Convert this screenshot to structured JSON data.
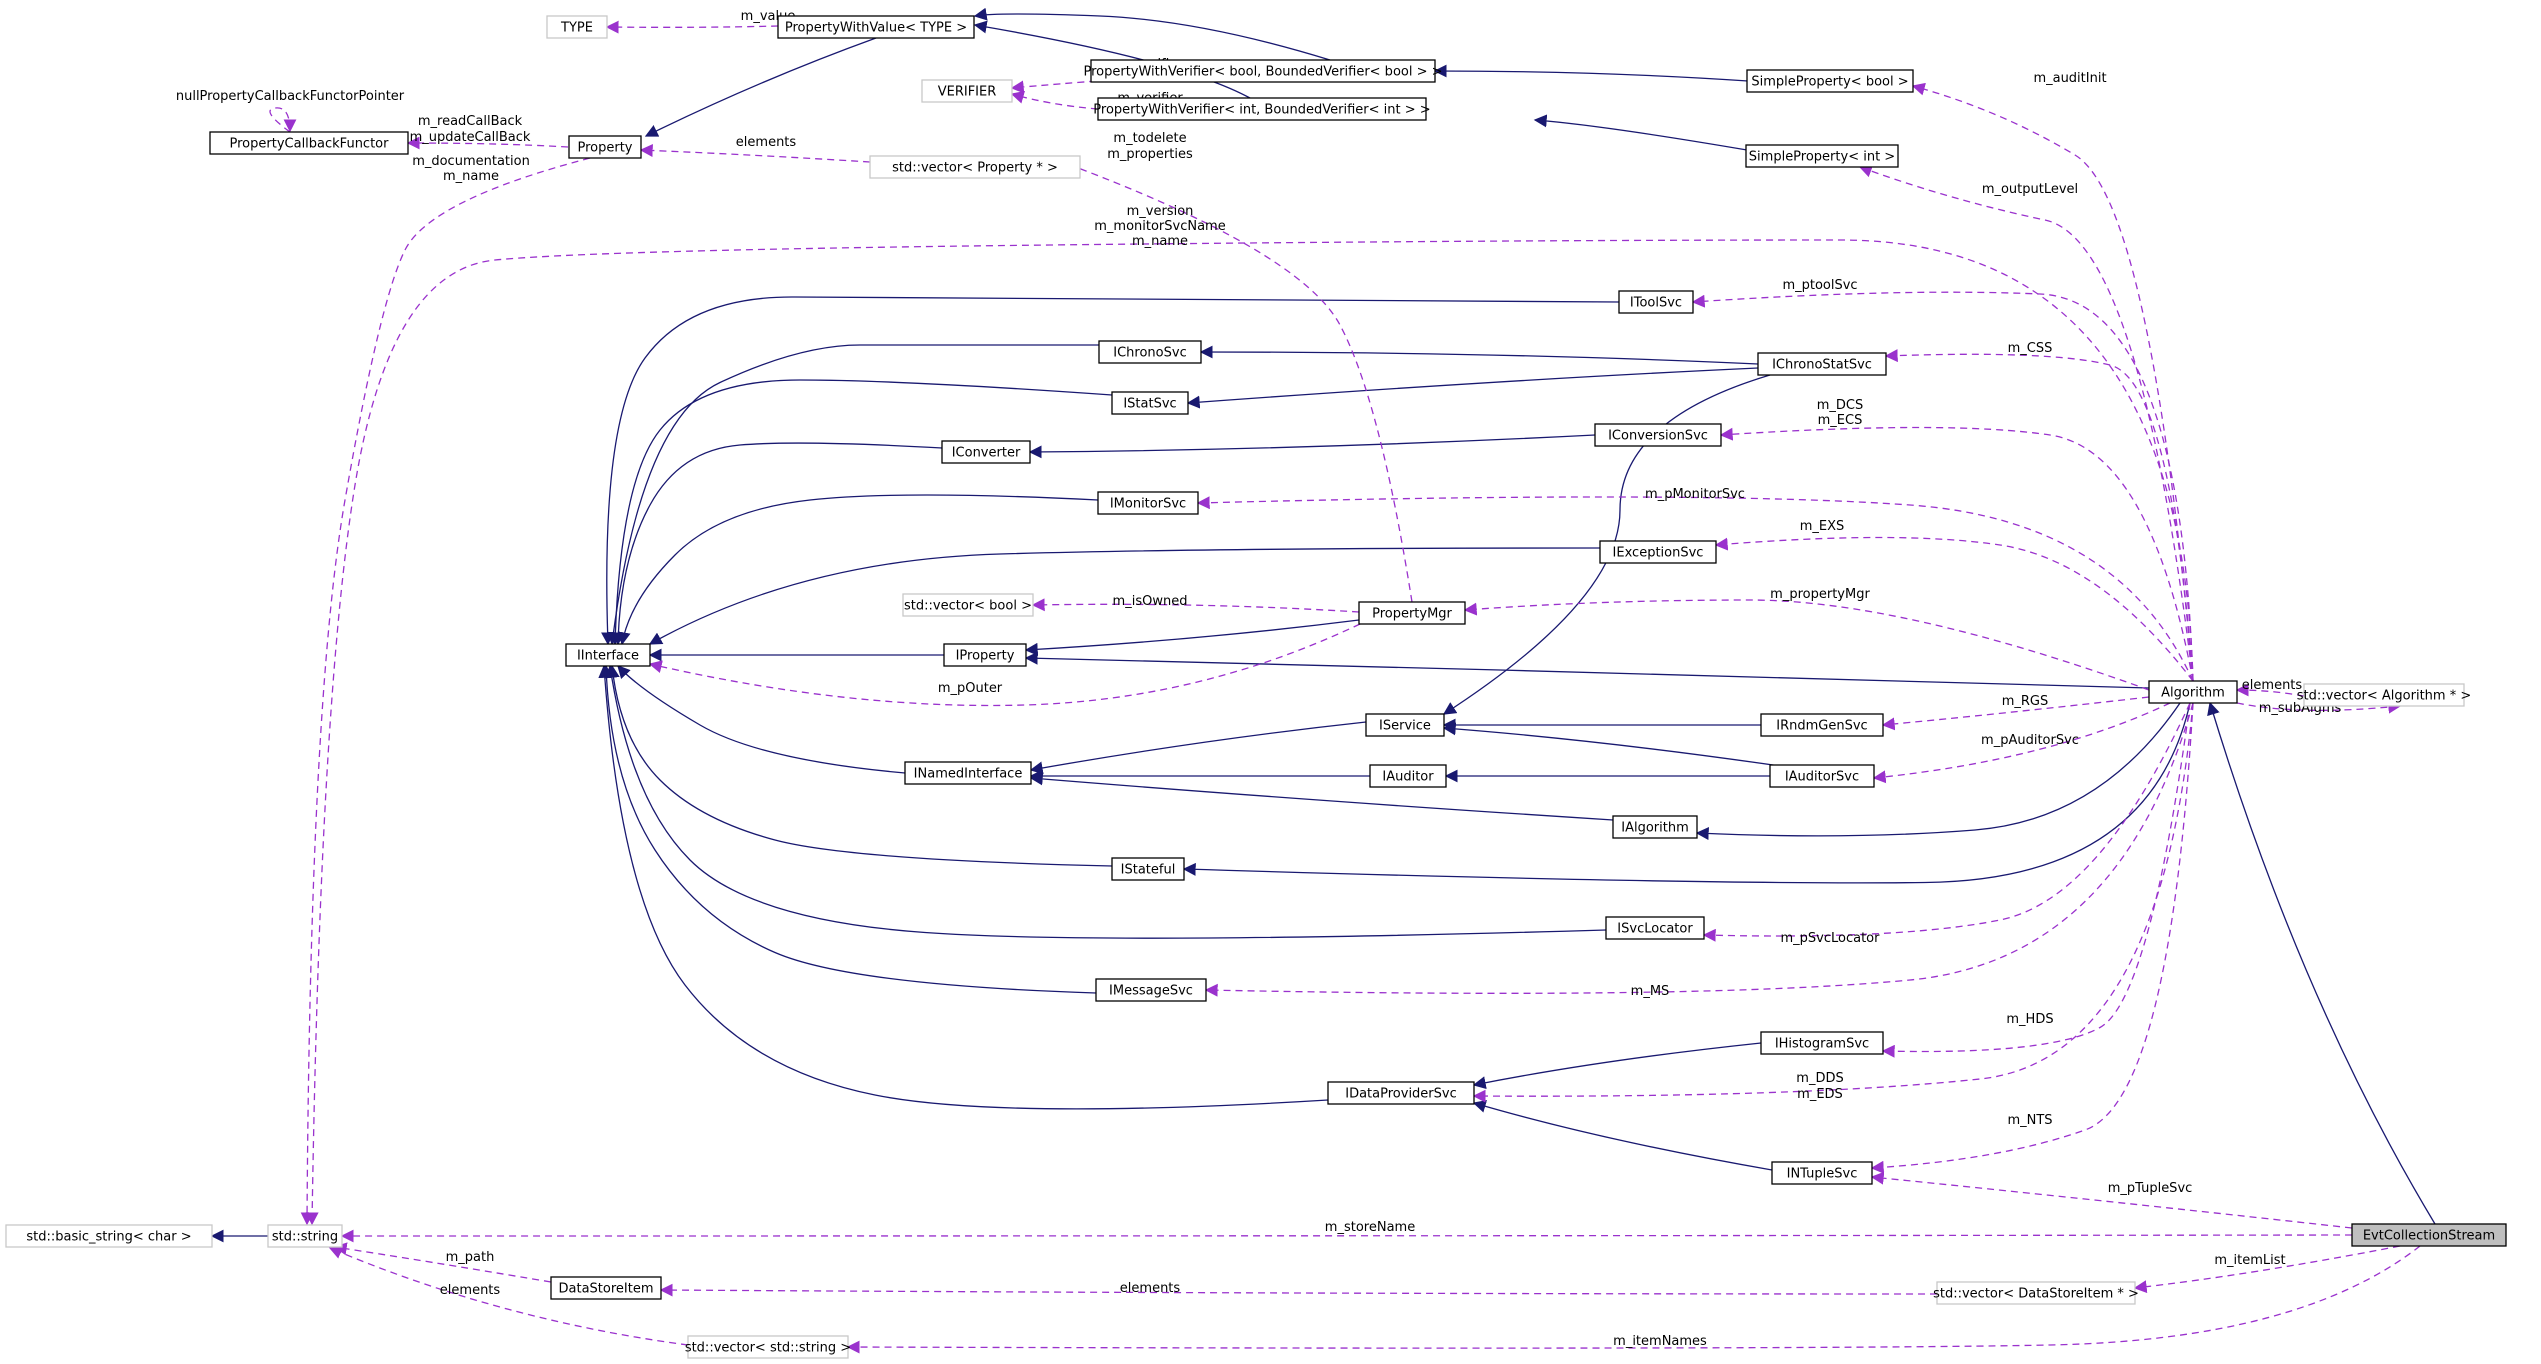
{
  "colors": {
    "inheritance_edge": "#191970",
    "member_edge": "#9a32cd",
    "highlight_node": "#bfbfbf",
    "hollow_node_border": "#c8c8c8"
  },
  "nodes": [
    {
      "id": "TYPE",
      "label": "TYPE",
      "style": "hollow"
    },
    {
      "id": "PropertyWithValue",
      "label": "PropertyWithValue< TYPE >",
      "style": "normal"
    },
    {
      "id": "PWVBool",
      "label": "PropertyWithVerifier< bool, BoundedVerifier< bool > >",
      "style": "normal"
    },
    {
      "id": "SimplePropertyBool",
      "label": "SimpleProperty< bool >",
      "style": "normal"
    },
    {
      "id": "VERIFIER",
      "label": "VERIFIER",
      "style": "hollow"
    },
    {
      "id": "PWVInt",
      "label": "PropertyWithVerifier< int, BoundedVerifier< int > >",
      "style": "normal"
    },
    {
      "id": "SimplePropertyInt",
      "label": "SimpleProperty< int >",
      "style": "normal"
    },
    {
      "id": "PropertyCallbackFunctor",
      "label": "PropertyCallbackFunctor",
      "style": "normal"
    },
    {
      "id": "Property",
      "label": "Property",
      "style": "normal"
    },
    {
      "id": "VectorProperty",
      "label": "std::vector< Property * >",
      "style": "hollow"
    },
    {
      "id": "IToolSvc",
      "label": "IToolSvc",
      "style": "normal"
    },
    {
      "id": "IChronoSvc",
      "label": "IChronoSvc",
      "style": "normal"
    },
    {
      "id": "IChronoStatSvc",
      "label": "IChronoStatSvc",
      "style": "normal"
    },
    {
      "id": "IStatSvc",
      "label": "IStatSvc",
      "style": "normal"
    },
    {
      "id": "IConverter",
      "label": "IConverter",
      "style": "normal"
    },
    {
      "id": "IConversionSvc",
      "label": "IConversionSvc",
      "style": "normal"
    },
    {
      "id": "IMonitorSvc",
      "label": "IMonitorSvc",
      "style": "normal"
    },
    {
      "id": "IExceptionSvc",
      "label": "IExceptionSvc",
      "style": "normal"
    },
    {
      "id": "VectorBool",
      "label": "std::vector< bool >",
      "style": "hollow"
    },
    {
      "id": "PropertyMgr",
      "label": "PropertyMgr",
      "style": "normal"
    },
    {
      "id": "IInterface",
      "label": "IInterface",
      "style": "normal"
    },
    {
      "id": "IProperty",
      "label": "IProperty",
      "style": "normal"
    },
    {
      "id": "Algorithm",
      "label": "Algorithm",
      "style": "normal"
    },
    {
      "id": "VectorAlgorithm",
      "label": "std::vector< Algorithm * >",
      "style": "hollow"
    },
    {
      "id": "IService",
      "label": "IService",
      "style": "normal"
    },
    {
      "id": "IRndmGenSvc",
      "label": "IRndmGenSvc",
      "style": "normal"
    },
    {
      "id": "INamedInterface",
      "label": "INamedInterface",
      "style": "normal"
    },
    {
      "id": "IAuditor",
      "label": "IAuditor",
      "style": "normal"
    },
    {
      "id": "IAuditorSvc",
      "label": "IAuditorSvc",
      "style": "normal"
    },
    {
      "id": "IAlgorithm",
      "label": "IAlgorithm",
      "style": "normal"
    },
    {
      "id": "IStateful",
      "label": "IStateful",
      "style": "normal"
    },
    {
      "id": "ISvcLocator",
      "label": "ISvcLocator",
      "style": "normal"
    },
    {
      "id": "IMessageSvc",
      "label": "IMessageSvc",
      "style": "normal"
    },
    {
      "id": "IHistogramSvc",
      "label": "IHistogramSvc",
      "style": "normal"
    },
    {
      "id": "IDataProviderSvc",
      "label": "IDataProviderSvc",
      "style": "normal"
    },
    {
      "id": "INTupleSvc",
      "label": "INTupleSvc",
      "style": "normal"
    },
    {
      "id": "BasicString",
      "label": "std::basic_string< char >",
      "style": "hollow"
    },
    {
      "id": "StdString",
      "label": "std::string",
      "style": "hollow"
    },
    {
      "id": "EvtCollectionStream",
      "label": "EvtCollectionStream",
      "style": "highlight"
    },
    {
      "id": "DataStoreItem",
      "label": "DataStoreItem",
      "style": "normal"
    },
    {
      "id": "VectorDataStoreItem",
      "label": "std::vector< DataStoreItem * >",
      "style": "hollow"
    },
    {
      "id": "VectorString",
      "label": "std::vector< std::string >",
      "style": "hollow"
    }
  ],
  "edges": [
    {
      "from": "PropertyWithValue",
      "to": "Property",
      "kind": "inherit",
      "label": []
    },
    {
      "from": "PWVBool",
      "to": "PropertyWithValue",
      "kind": "inherit",
      "label": []
    },
    {
      "from": "PWVInt",
      "to": "PropertyWithValue",
      "kind": "inherit",
      "label": []
    },
    {
      "from": "SimplePropertyBool",
      "to": "PWVBool",
      "kind": "inherit",
      "label": []
    },
    {
      "from": "SimplePropertyInt",
      "to": "PWVInt",
      "kind": "inherit",
      "label": []
    },
    {
      "from": "IToolSvc",
      "to": "IInterface",
      "kind": "inherit",
      "label": []
    },
    {
      "from": "IChronoSvc",
      "to": "IInterface",
      "kind": "inherit",
      "label": []
    },
    {
      "from": "IStatSvc",
      "to": "IInterface",
      "kind": "inherit",
      "label": []
    },
    {
      "from": "IChronoStatSvc",
      "to": "IChronoSvc",
      "kind": "inherit",
      "label": []
    },
    {
      "from": "IChronoStatSvc",
      "to": "IStatSvc",
      "kind": "inherit",
      "label": []
    },
    {
      "from": "IChronoStatSvc",
      "to": "IService",
      "kind": "inherit",
      "label": []
    },
    {
      "from": "IConverter",
      "to": "IInterface",
      "kind": "inherit",
      "label": []
    },
    {
      "from": "IConversionSvc",
      "to": "IConverter",
      "kind": "inherit",
      "label": []
    },
    {
      "from": "IMonitorSvc",
      "to": "IInterface",
      "kind": "inherit",
      "label": []
    },
    {
      "from": "IExceptionSvc",
      "to": "IInterface",
      "kind": "inherit",
      "label": []
    },
    {
      "from": "IProperty",
      "to": "IInterface",
      "kind": "inherit",
      "label": []
    },
    {
      "from": "PropertyMgr",
      "to": "IProperty",
      "kind": "inherit",
      "label": []
    },
    {
      "from": "Algorithm",
      "to": "IProperty",
      "kind": "inherit",
      "label": []
    },
    {
      "from": "INamedInterface",
      "to": "IInterface",
      "kind": "inherit",
      "label": []
    },
    {
      "from": "IService",
      "to": "INamedInterface",
      "kind": "inherit",
      "label": []
    },
    {
      "from": "IAuditor",
      "to": "INamedInterface",
      "kind": "inherit",
      "label": []
    },
    {
      "from": "IAlgorithm",
      "to": "INamedInterface",
      "kind": "inherit",
      "label": []
    },
    {
      "from": "IRndmGenSvc",
      "to": "IService",
      "kind": "inherit",
      "label": []
    },
    {
      "from": "IAuditorSvc",
      "to": "IService",
      "kind": "inherit",
      "label": []
    },
    {
      "from": "IAuditorSvc",
      "to": "IAuditor",
      "kind": "inherit",
      "label": []
    },
    {
      "from": "Algorithm",
      "to": "IAlgorithm",
      "kind": "inherit",
      "label": []
    },
    {
      "from": "Algorithm",
      "to": "IStateful",
      "kind": "inherit",
      "label": []
    },
    {
      "from": "IStateful",
      "to": "IInterface",
      "kind": "inherit",
      "label": []
    },
    {
      "from": "ISvcLocator",
      "to": "IInterface",
      "kind": "inherit",
      "label": []
    },
    {
      "from": "IMessageSvc",
      "to": "IInterface",
      "kind": "inherit",
      "label": []
    },
    {
      "from": "IHistogramSvc",
      "to": "IDataProviderSvc",
      "kind": "inherit",
      "label": []
    },
    {
      "from": "INTupleSvc",
      "to": "IDataProviderSvc",
      "kind": "inherit",
      "label": []
    },
    {
      "from": "IDataProviderSvc",
      "to": "IInterface",
      "kind": "inherit",
      "label": []
    },
    {
      "from": "EvtCollectionStream",
      "to": "Algorithm",
      "kind": "inherit",
      "label": []
    },
    {
      "from": "StdString",
      "to": "BasicString",
      "kind": "inherit",
      "label": []
    },
    {
      "from": "PropertyWithValue",
      "to": "TYPE",
      "kind": "member",
      "label": [
        "m_value"
      ]
    },
    {
      "from": "PWVBool",
      "to": "VERIFIER",
      "kind": "member",
      "label": [
        "m_verifier"
      ]
    },
    {
      "from": "PWVInt",
      "to": "VERIFIER",
      "kind": "member",
      "label": [
        "m_verifier"
      ]
    },
    {
      "from": "Algorithm",
      "to": "SimplePropertyBool",
      "kind": "member",
      "label": [
        "m_auditInit"
      ]
    },
    {
      "from": "Algorithm",
      "to": "SimplePropertyInt",
      "kind": "member",
      "label": [
        "m_outputLevel"
      ]
    },
    {
      "from": "PropertyCallbackFunctor",
      "to": "PropertyCallbackFunctor",
      "kind": "member",
      "label": [
        "nullPropertyCallbackFunctorPointer"
      ]
    },
    {
      "from": "Property",
      "to": "PropertyCallbackFunctor",
      "kind": "member",
      "label": [
        "m_readCallBack",
        "m_updateCallBack"
      ]
    },
    {
      "from": "VectorProperty",
      "to": "Property",
      "kind": "member",
      "label": [
        "elements"
      ]
    },
    {
      "from": "Property",
      "to": "StdString",
      "kind": "member",
      "label": [
        "m_documentation",
        "m_name"
      ]
    },
    {
      "from": "PropertyMgr",
      "to": "VectorProperty",
      "kind": "member",
      "label": [
        "m_todelete",
        "m_properties"
      ]
    },
    {
      "from": "Algorithm",
      "to": "StdString",
      "kind": "member",
      "label": [
        "m_version",
        "m_monitorSvcName",
        "m_name"
      ]
    },
    {
      "from": "Algorithm",
      "to": "IToolSvc",
      "kind": "member",
      "label": [
        "m_ptoolSvc"
      ]
    },
    {
      "from": "Algorithm",
      "to": "IChronoStatSvc",
      "kind": "member",
      "label": [
        "m_CSS"
      ]
    },
    {
      "from": "Algorithm",
      "to": "IConversionSvc",
      "kind": "member",
      "label": [
        "m_DCS",
        "m_ECS"
      ]
    },
    {
      "from": "Algorithm",
      "to": "IMonitorSvc",
      "kind": "member",
      "label": [
        "m_pMonitorSvc"
      ]
    },
    {
      "from": "Algorithm",
      "to": "IExceptionSvc",
      "kind": "member",
      "label": [
        "m_EXS"
      ]
    },
    {
      "from": "PropertyMgr",
      "to": "VectorBool",
      "kind": "member",
      "label": [
        "m_isOwned"
      ]
    },
    {
      "from": "Algorithm",
      "to": "PropertyMgr",
      "kind": "member",
      "label": [
        "m_propertyMgr"
      ]
    },
    {
      "from": "PropertyMgr",
      "to": "IInterface",
      "kind": "member",
      "label": [
        "m_pOuter"
      ]
    },
    {
      "from": "VectorAlgorithm",
      "to": "Algorithm",
      "kind": "member",
      "label": [
        "elements"
      ]
    },
    {
      "from": "Algorithm",
      "to": "VectorAlgorithm",
      "kind": "member",
      "label": [
        "m_subAlgms"
      ]
    },
    {
      "from": "Algorithm",
      "to": "IRndmGenSvc",
      "kind": "member",
      "label": [
        "m_RGS"
      ]
    },
    {
      "from": "Algorithm",
      "to": "IAuditorSvc",
      "kind": "member",
      "label": [
        "m_pAuditorSvc"
      ]
    },
    {
      "from": "Algorithm",
      "to": "ISvcLocator",
      "kind": "member",
      "label": [
        "m_pSvcLocator"
      ]
    },
    {
      "from": "Algorithm",
      "to": "IMessageSvc",
      "kind": "member",
      "label": [
        "m_MS"
      ]
    },
    {
      "from": "Algorithm",
      "to": "IHistogramSvc",
      "kind": "member",
      "label": [
        "m_HDS"
      ]
    },
    {
      "from": "Algorithm",
      "to": "IDataProviderSvc",
      "kind": "member",
      "label": [
        "m_DDS",
        "m_EDS"
      ]
    },
    {
      "from": "Algorithm",
      "to": "INTupleSvc",
      "kind": "member",
      "label": [
        "m_NTS"
      ]
    },
    {
      "from": "EvtCollectionStream",
      "to": "INTupleSvc",
      "kind": "member",
      "label": [
        "m_pTupleSvc"
      ]
    },
    {
      "from": "EvtCollectionStream",
      "to": "StdString",
      "kind": "member",
      "label": [
        "m_storeName"
      ]
    },
    {
      "from": "DataStoreItem",
      "to": "StdString",
      "kind": "member",
      "label": [
        "m_path"
      ]
    },
    {
      "from": "EvtCollectionStream",
      "to": "VectorDataStoreItem",
      "kind": "member",
      "label": [
        "m_itemList"
      ]
    },
    {
      "from": "VectorDataStoreItem",
      "to": "DataStoreItem",
      "kind": "member",
      "label": [
        "elements"
      ]
    },
    {
      "from": "VectorString",
      "to": "StdString",
      "kind": "member",
      "label": [
        "elements"
      ]
    },
    {
      "from": "EvtCollectionStream",
      "to": "VectorString",
      "kind": "member",
      "label": [
        "m_itemNames"
      ]
    }
  ]
}
